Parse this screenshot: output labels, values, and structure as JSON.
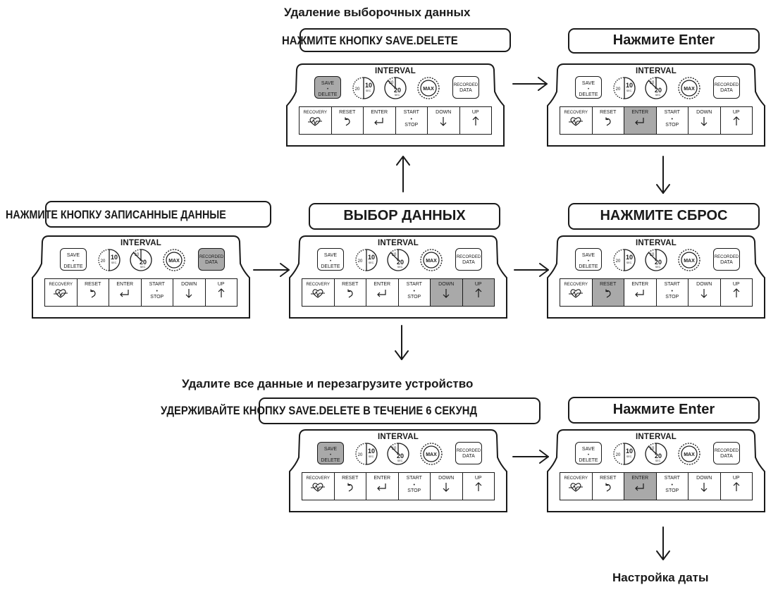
{
  "captions": {
    "top_title": "Удаление выборочных данных",
    "top_instruction": "НАЖМИТЕ КНОПКУ SAVE.DELETE",
    "top_right_label": "Нажмите Enter",
    "left_instruction": "НАЖМИТЕ КНОПКУ ЗАПИСАННЫЕ ДАННЫЕ",
    "center_label": "ВЫБОР ДАННЫХ",
    "mid_right_label": "НАЖМИТЕ СБРОС",
    "bottom_title": "Удалите все данные и перезагрузите устройство",
    "bottom_instruction": "УДЕРЖИВАЙТЕ КНОПКУ SAVE.DELETE В ТЕЧЕНИЕ 6 СЕКУНД",
    "bottom_right_label": "Нажмите Enter",
    "final_label": "Настройка даты"
  },
  "console": {
    "title": "INTERVAL",
    "save_top": "SAVE",
    "save_bottom": "DELETE",
    "recorded_top": "RECORDED",
    "recorded_bottom": "DATA",
    "dial_10": "10",
    "dial_20": "20",
    "dial_sec": "SEC.",
    "dial_max": "MAX",
    "buttons": {
      "recovery": "RECOVERY",
      "reset": "RESET",
      "enter": "ENTER",
      "start": "START",
      "stop": "STOP",
      "down": "DOWN",
      "up": "UP"
    },
    "icons": {
      "recovery": "heart-icon",
      "reset": "reset-icon",
      "enter": "enter-icon",
      "down": "arrow-down-icon",
      "up": "arrow-up-icon"
    }
  },
  "panels": [
    {
      "id": "top-center",
      "highlight": [
        "save"
      ]
    },
    {
      "id": "top-right",
      "highlight": [
        "enter"
      ]
    },
    {
      "id": "mid-left",
      "highlight": [
        "recorded"
      ]
    },
    {
      "id": "mid-center",
      "highlight": [
        "down",
        "up"
      ]
    },
    {
      "id": "mid-right",
      "highlight": [
        "reset"
      ]
    },
    {
      "id": "bottom-center",
      "highlight": [
        "save"
      ]
    },
    {
      "id": "bottom-right",
      "highlight": [
        "enter"
      ]
    }
  ],
  "colors": {
    "highlight": "#a9a9a9",
    "ink": "#1a1a1a"
  }
}
